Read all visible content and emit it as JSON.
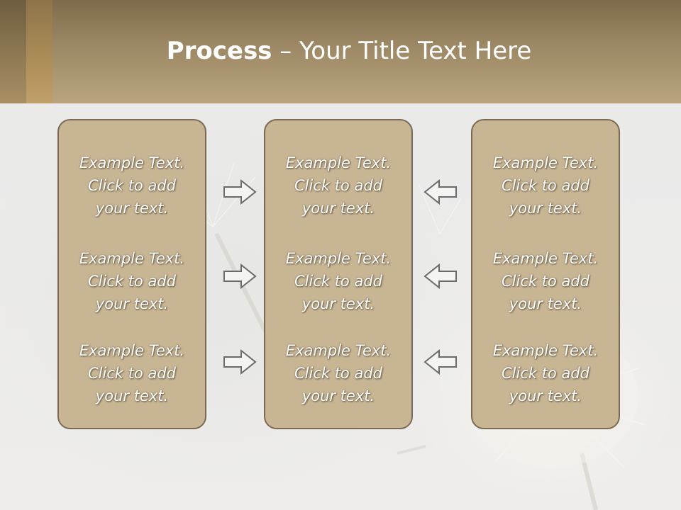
{
  "slide": {
    "title_bold": "Process",
    "title_rest": " – Your Title Text Here"
  },
  "columns": [
    {
      "items": [
        {
          "l1": "Example Text.",
          "l2": "Click  to add",
          "l3": "your text."
        },
        {
          "l1": "Example Text.",
          "l2": "Click  to add",
          "l3": "your text."
        },
        {
          "l1": "Example Text.",
          "l2": "Click  to add",
          "l3": "your text."
        }
      ]
    },
    {
      "items": [
        {
          "l1": "Example Text.",
          "l2": "Click  to add",
          "l3": "your text."
        },
        {
          "l1": "Example Text.",
          "l2": "Click  to add",
          "l3": "your text."
        },
        {
          "l1": "Example Text.",
          "l2": "Click  to add",
          "l3": "your text."
        }
      ]
    },
    {
      "items": [
        {
          "l1": "Example Text.",
          "l2": "Click  to add",
          "l3": "your text."
        },
        {
          "l1": "Example Text.",
          "l2": "Click  to add",
          "l3": "your text."
        },
        {
          "l1": "Example Text.",
          "l2": "Click  to add",
          "l3": "your text."
        }
      ]
    }
  ],
  "arrows": {
    "left_group": "arrow-right-icon",
    "right_group": "arrow-left-icon"
  },
  "colors": {
    "header": "#9a8662",
    "box_fill": "#c8b594",
    "box_border": "#7a6a55",
    "text": "#ffffff"
  }
}
